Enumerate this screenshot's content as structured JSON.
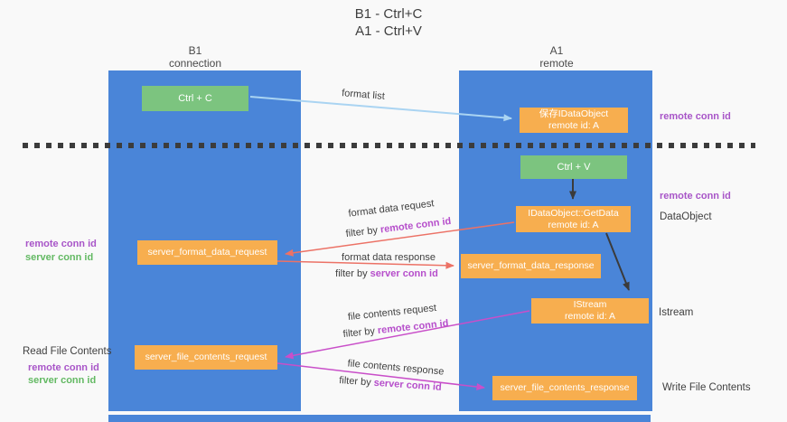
{
  "title": {
    "line1": "B1 - Ctrl+C",
    "line2": "A1 - Ctrl+V"
  },
  "columns": {
    "left": {
      "name": "B1",
      "role": "connection"
    },
    "right": {
      "name": "A1",
      "role": "remote"
    }
  },
  "nodes": {
    "ctrl_c": "Ctrl + C",
    "ctrl_v": "Ctrl + V",
    "save_idataobject": {
      "line1": "保存IDataObject",
      "line2": "remote id: A"
    },
    "getdata": {
      "line1": "IDataObject::GetData",
      "line2": "remote id: A"
    },
    "istream": {
      "line1": "IStream",
      "line2": "remote id: A"
    },
    "server_format_data_request": "server_format_data_request",
    "server_format_data_response": "server_format_data_response",
    "server_file_contents_request": "server_file_contents_request",
    "server_file_contents_response": "server_file_contents_response"
  },
  "annotations": {
    "remote_conn_id_top": "remote conn id",
    "remote_conn_id_mid": "remote conn id",
    "dataobject": "DataObject",
    "istream": "Istream",
    "write_file_contents": "Write File Contents",
    "read_file_contents": "Read File Contents",
    "left_remote_conn_id_1": "remote conn id",
    "left_server_conn_id_1": "server conn id",
    "left_remote_conn_id_2": "remote conn id",
    "left_server_conn_id_2": "server conn id"
  },
  "edges": {
    "format_list": "format list",
    "format_data_request": "format data request",
    "format_data_response": "format data response",
    "file_contents_request": "file contents request",
    "file_contents_response": "file contents response",
    "filter_prefix": "filter by",
    "filter_remote": "remote conn id",
    "filter_server": "server conn id"
  },
  "colors": {
    "lifeline_blue": "#4a85d8",
    "node_orange": "#f7ae4f",
    "node_green": "#7cc47f",
    "purple_label": "#a855c8",
    "green_label": "#63b963",
    "filter_value": "#b64ecb",
    "arrow_light_blue": "#aad4f2",
    "arrow_red": "#ec7266",
    "arrow_magenta": "#c94fc9",
    "arrow_black": "#3b3b3b",
    "dashed_divider": "#3c3c3c",
    "text_dark": "#3f3f3f",
    "background": "#f9f9f9"
  }
}
